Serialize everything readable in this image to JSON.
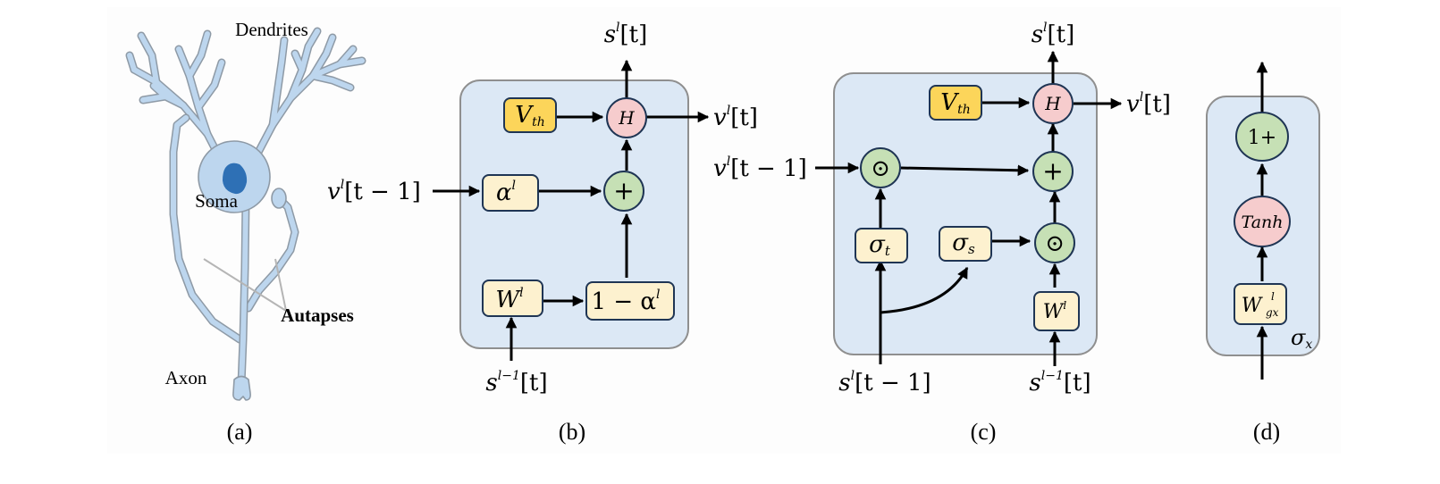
{
  "figure": {
    "panels": {
      "a": {
        "caption": "(a)",
        "labels": {
          "dendrites": "Dendrites",
          "soma": "Soma",
          "autapses": "Autapses",
          "axon": "Axon"
        }
      },
      "b": {
        "caption": "(b)",
        "nodes": {
          "vth": {
            "main": "V",
            "sub": "th"
          },
          "h": "H",
          "plus": "+",
          "alpha": {
            "main": "α",
            "sup": "l"
          },
          "w": {
            "main": "W",
            "sup": "l"
          },
          "one_minus_alpha": {
            "pre": "1 − α",
            "sup": "l"
          }
        },
        "io": {
          "out_top": {
            "main": "s",
            "sup": "l",
            "rest": "[t]"
          },
          "out_right": {
            "main": "v",
            "sup": "l",
            "rest": "[t]"
          },
          "in_left": {
            "main": "v",
            "sup": "l",
            "rest": "[t − 1]"
          },
          "in_bottom": {
            "main": "s",
            "sup": "l−1",
            "rest": "[t]"
          }
        }
      },
      "c": {
        "caption": "(c)",
        "nodes": {
          "vth": {
            "main": "V",
            "sub": "th"
          },
          "h": "H",
          "plus": "+",
          "odot_left": "⊙",
          "odot_right": "⊙",
          "sigma_t": {
            "main": "σ",
            "sub": "t"
          },
          "sigma_s": {
            "main": "σ",
            "sub": "s"
          },
          "w": {
            "main": "W",
            "sup": "l"
          }
        },
        "io": {
          "out_top": {
            "main": "s",
            "sup": "l",
            "rest": "[t]"
          },
          "out_right": {
            "main": "v",
            "sup": "l",
            "rest": "[t]"
          },
          "in_left": {
            "main": "v",
            "sup": "l",
            "rest": "[t − 1]"
          },
          "in_bottom_left": {
            "main": "s",
            "sup": "l",
            "rest": "[t − 1]"
          },
          "in_bottom_right": {
            "main": "s",
            "sup": "l−1",
            "rest": "[t]"
          }
        }
      },
      "d": {
        "caption": "(d)",
        "nodes": {
          "one_plus": "1+",
          "tanh": "Tanh",
          "w": {
            "main": "W",
            "sup": "l",
            "sub": "gx"
          }
        },
        "panel_label": {
          "main": "σ",
          "sub": "x"
        }
      }
    }
  }
}
